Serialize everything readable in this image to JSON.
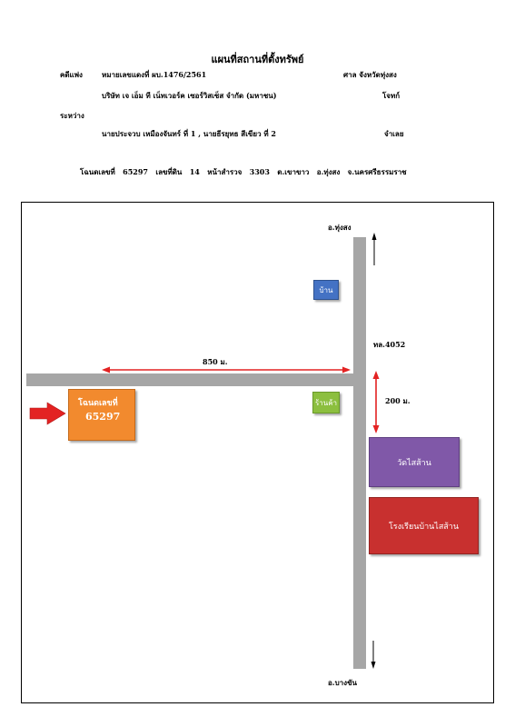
{
  "title": "แผนที่สถานที่ตั้งทรัพย์",
  "case": {
    "label": "คดีแพ่ง",
    "number": "หมายเลขแดงที่ ผบ.1476/2561",
    "court": "ศาล จังหวัดทุ่งสง",
    "plaintiff": "บริษัท เจ เอ็ม ที เน็ทเวอร์ค เซอร์วิสเซ็ส จำกัด (มหาชน)",
    "plaintiff_role": "โจทก์",
    "between_label": "ระหว่าง",
    "defendant": "นายประจวบ เหมืองจันทร์ ที่ 1 , นายธีรยุทธ สีเขียว ที่ 2",
    "defendant_role": "จำเลย"
  },
  "deed_line": "โฉนดเลขที่   65297   เลขที่ดิน   14   หน้าสำรวจ   3303   ต.เขาขาว   อ.ทุ่งสง   จ.นครศรีธรรมราช",
  "map": {
    "north_label": "อ.ทุ่งสง",
    "south_label": "อ.บางขัน",
    "road_label": "ทล.4052",
    "distance_side": "850 ม.",
    "distance_main": "200 ม.",
    "house": "บ้าน",
    "shop": "ร้านค้า",
    "deed_box_line1": "โฉนดเลขที่",
    "deed_box_line2": "65297",
    "temple": "วัดไสส้าน",
    "school": "โรงเรียนบ้านไสส้าน",
    "colors": {
      "road": "#a6a6a6",
      "arrow": "#e32222",
      "deed_box": "#f28a2e",
      "house": "#4472c4",
      "shop": "#8cbf3f",
      "temple": "#8058a8",
      "school": "#c8302f"
    }
  }
}
